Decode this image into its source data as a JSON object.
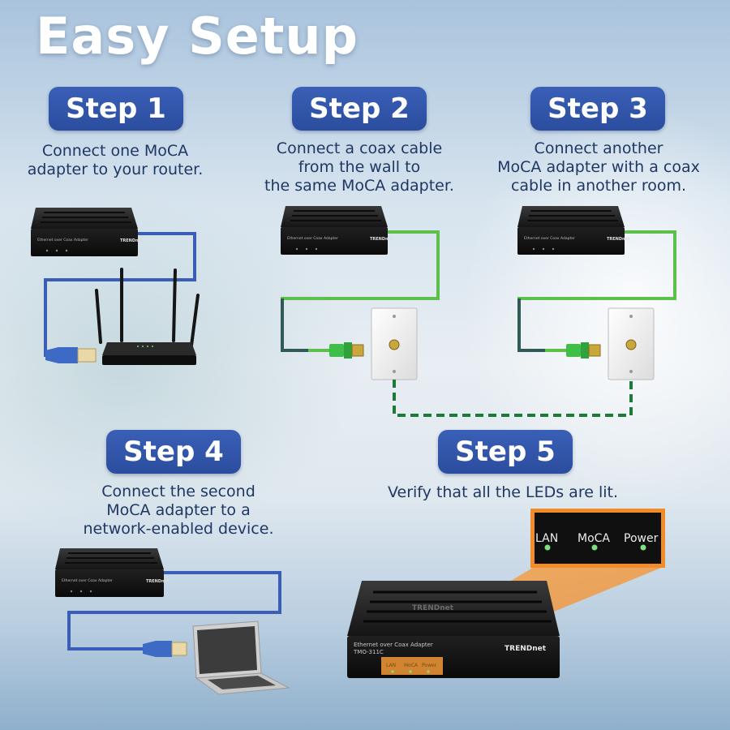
{
  "title": "Easy Setup",
  "brand": "TRENDnet",
  "device_label": "Ethernet over Coax Adapter",
  "device_model": "TMO-311C",
  "leds": [
    "LAN",
    "MoCA",
    "Power"
  ],
  "steps": [
    {
      "label": "Step 1",
      "lines": [
        "Connect one MoCA",
        "adapter to your router."
      ]
    },
    {
      "label": "Step 2",
      "lines": [
        "Connect a coax cable",
        "from the wall to",
        "the same MoCA adapter."
      ]
    },
    {
      "label": "Step 3",
      "lines": [
        "Connect another",
        "MoCA adapter with a coax",
        "cable in another room."
      ]
    },
    {
      "label": "Step 4",
      "lines": [
        "Connect the second",
        "MoCA adapter to a",
        "network-enabled device."
      ]
    },
    {
      "label": "Step 5",
      "lines": [
        "Verify that all the LEDs are lit."
      ]
    }
  ],
  "colors": {
    "badge": "#2f54a8",
    "text": "#1f3763",
    "ethernet_cable": "#3a5db8",
    "coax_cable": "#5cc04a",
    "coax_dashed": "#1e7a3a",
    "highlight": "#f28c28"
  }
}
